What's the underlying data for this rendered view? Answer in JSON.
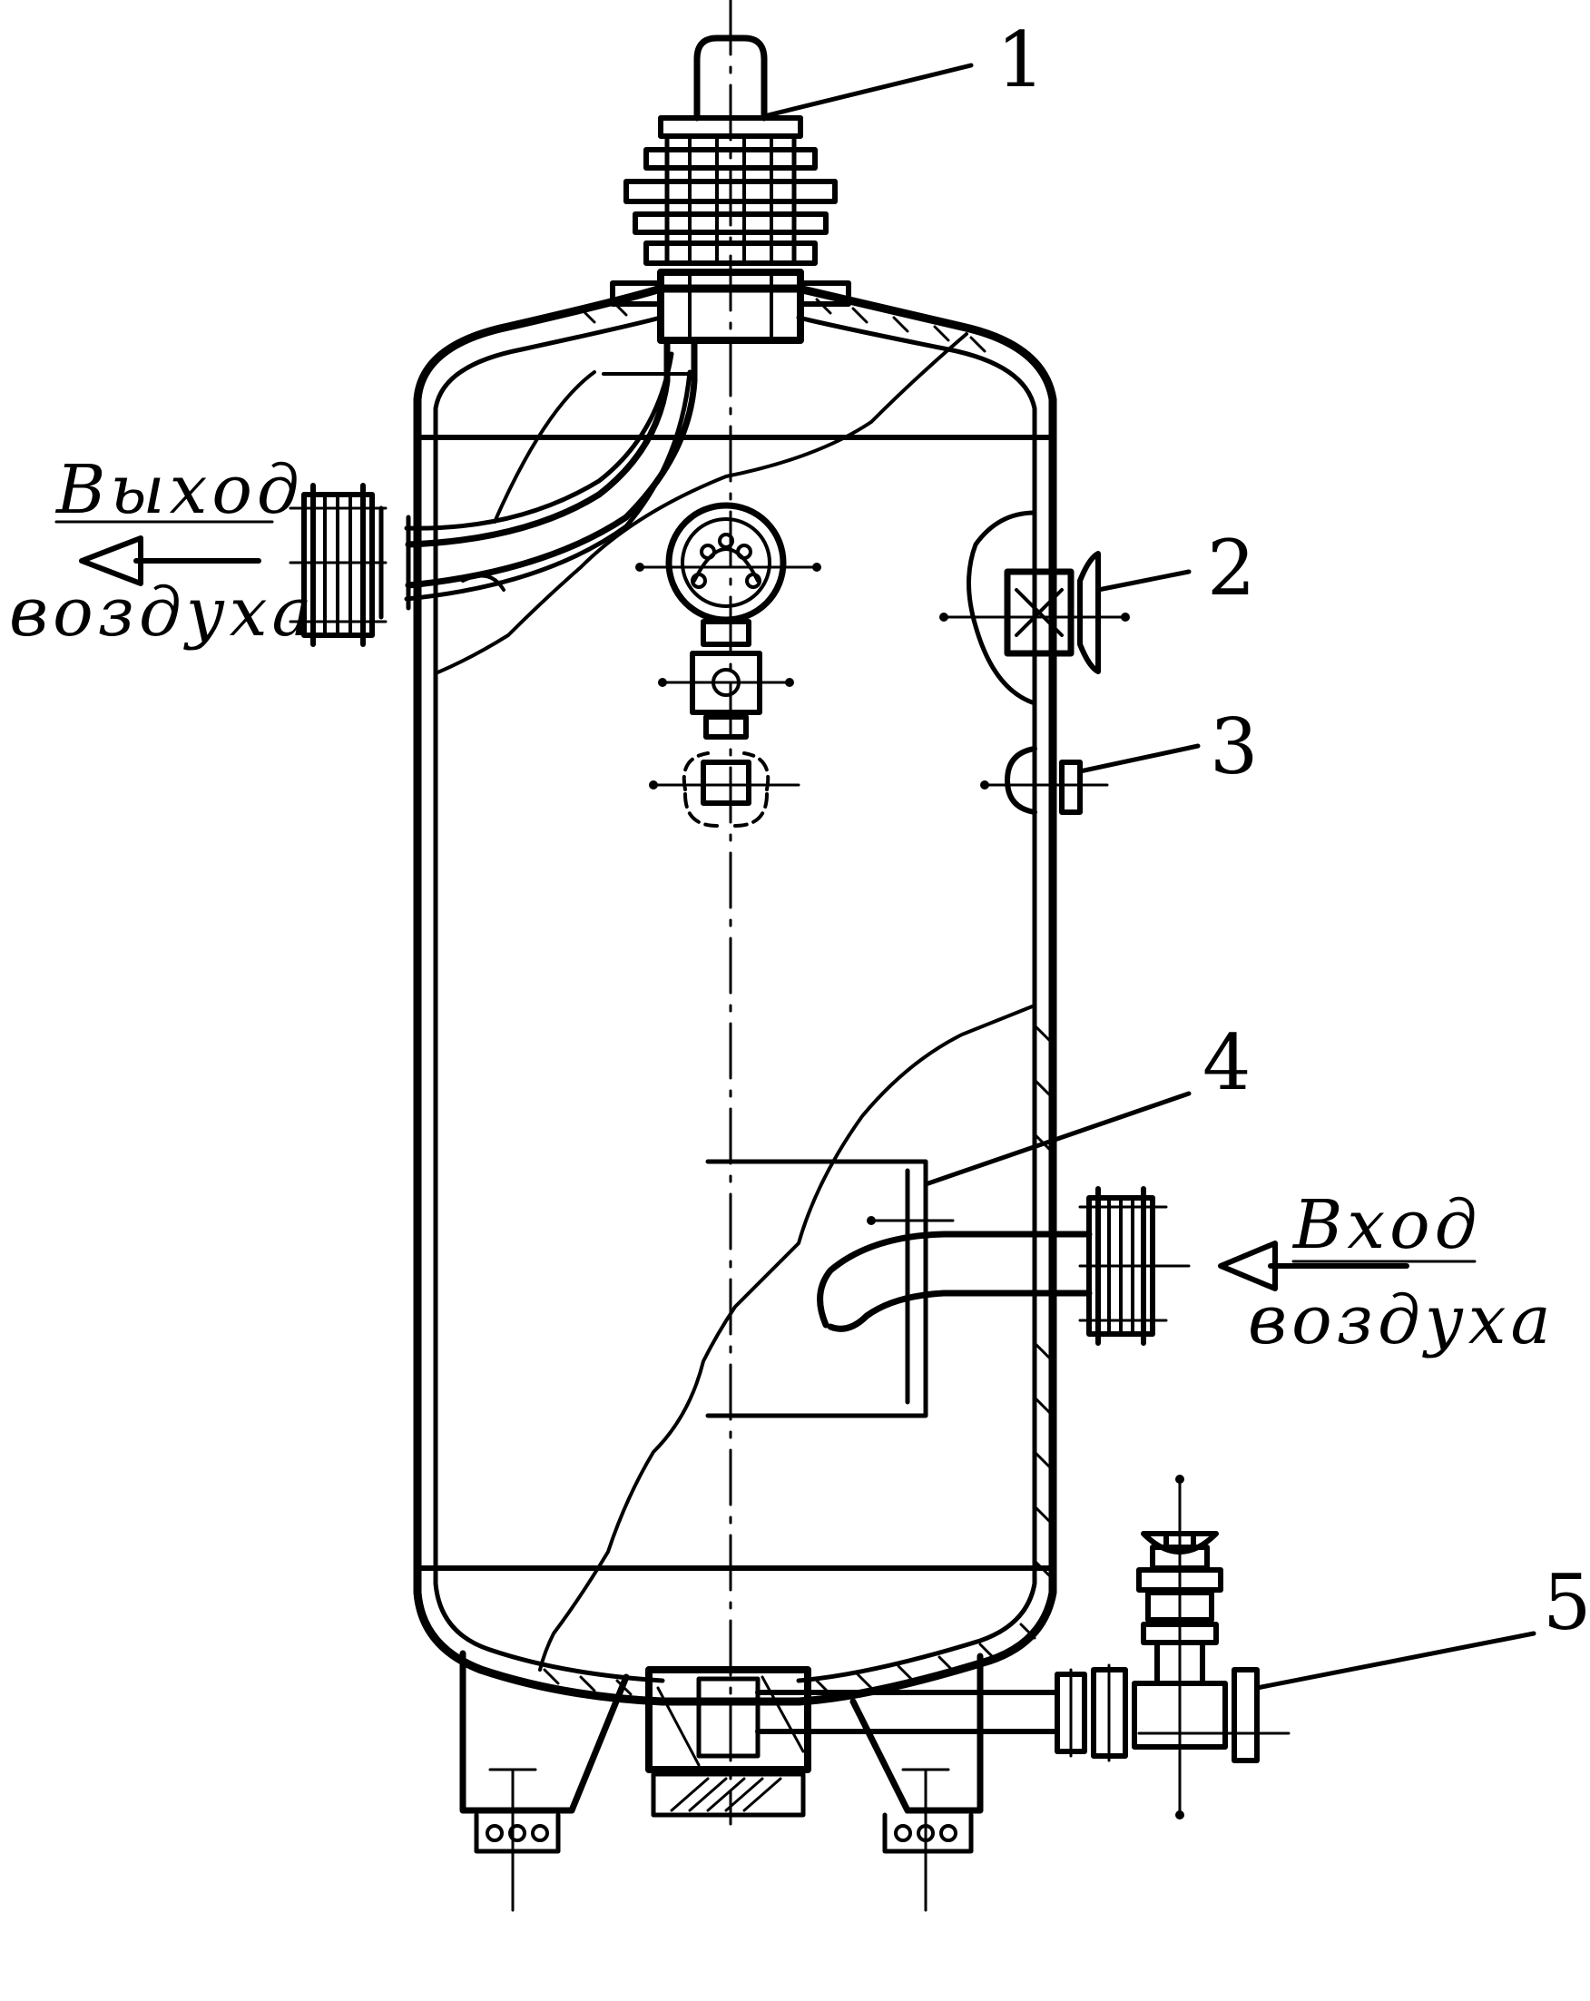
{
  "diagram": {
    "callouts": [
      {
        "id": "1",
        "label": "1"
      },
      {
        "id": "2",
        "label": "2"
      },
      {
        "id": "3",
        "label": "3"
      },
      {
        "id": "4",
        "label": "4"
      },
      {
        "id": "5",
        "label": "5"
      }
    ],
    "outlet": {
      "line1": "Выход",
      "line2": "воздуха"
    },
    "inlet": {
      "line1": "Вход",
      "line2": "воздуха"
    },
    "colors": {
      "ink": "#000000",
      "paper": "#ffffff"
    }
  }
}
